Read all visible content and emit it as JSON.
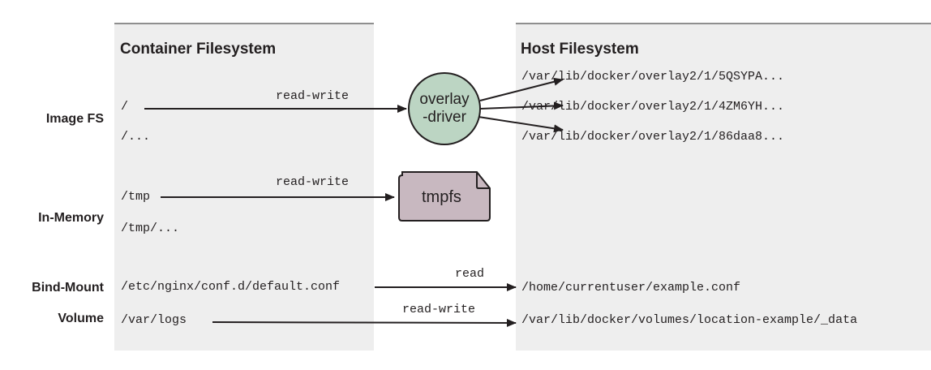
{
  "container_fs": {
    "title": "Container Filesystem",
    "paths": {
      "root": "/",
      "root_sub": "/...",
      "tmp": "/tmp",
      "tmp_sub": "/tmp/...",
      "nginx_conf": "/etc/nginx/conf.d/default.conf",
      "logs": "/var/logs"
    }
  },
  "host_fs": {
    "title": "Host Filesystem",
    "paths": {
      "overlay_1": "/var/lib/docker/overlay2/1/5QSYPA...",
      "overlay_2": "/var/lib/docker/overlay2/1/4ZM6YH...",
      "overlay_3": "/var/lib/docker/overlay2/1/86daa8...",
      "example_conf": "/home/currentuser/example.conf",
      "volume_data": "/var/lib/docker/volumes/location-example/_data"
    }
  },
  "row_labels": {
    "image_fs": "Image FS",
    "in_memory": "In-Memory",
    "bind_mount": "Bind-Mount",
    "volume": "Volume"
  },
  "nodes": {
    "overlay_driver": {
      "line1": "overlay",
      "line2": "-driver",
      "color": "#bcd5c3"
    },
    "tmpfs": {
      "label": "tmpfs",
      "color": "#c8b8c0"
    }
  },
  "connections": {
    "image_fs": "read-write",
    "in_memory": "read-write",
    "bind_mount": "read",
    "volume": "read-write"
  },
  "colors": {
    "panel_bg": "#eeeeee",
    "panel_border": "#8f8f8f",
    "text": "#231f20",
    "arrow": "#231f20"
  }
}
